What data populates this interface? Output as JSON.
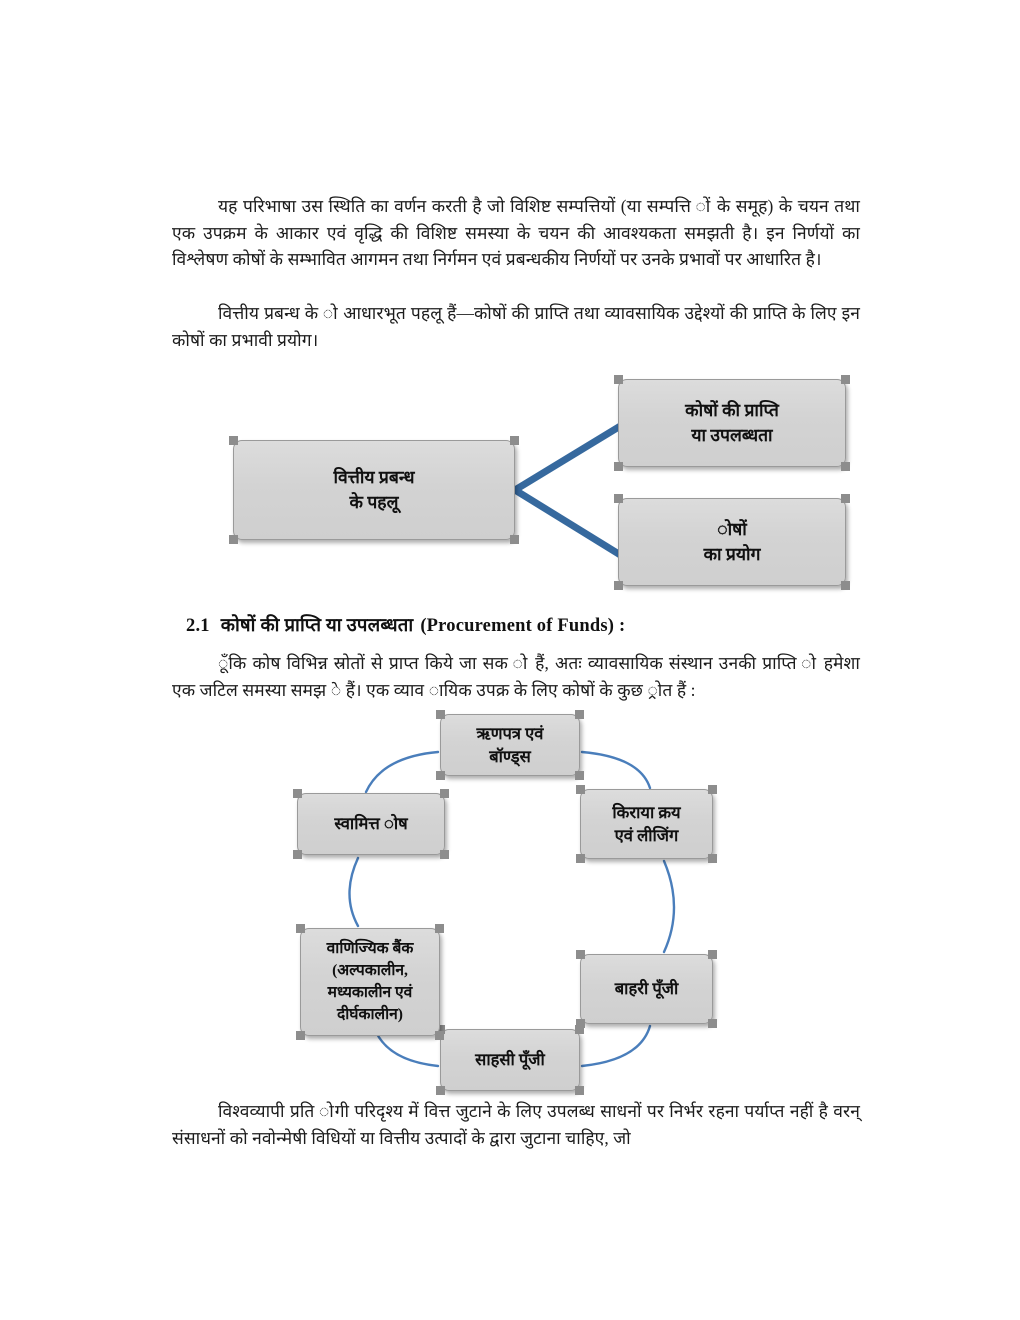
{
  "document": {
    "language": "hi",
    "paragraphs": {
      "p1": "यह परिभाषा उस स्थिति का वर्णन करती है जो विशिष्ट सम्पत्तियों (या सम्पत्ति ों के समूह) के चयन तथा एक उपक्रम के आकार एवं वृद्धि की विशिष्ट समस्या के चयन की आवश्यकता समझती है। इन निर्णयों का विश्लेषण कोषों के सम्भावित आगमन तथा निर्गमन एवं प्रबन्धकीय निर्णयों पर उनके प्रभावों पर आधारित है।",
      "p2": "वित्तीय प्रबन्ध के  ो आधारभूत पहलू हैं—कोषों की प्राप्ति तथा व्यावसायिक उद्देश्यों की प्राप्ति के लिए इन कोषों का प्रभावी प्रयोग।",
      "p3": "ूँकि कोष विभिन्न स्रोतों से प्राप्त किये जा सक ो हैं, अतः व्यावसायिक संस्थान उनकी प्राप्ति ो हमेशा एक जटिल समस्या समझ े हैं। एक व्याव ायिक उपक्र  के लिए कोषों के कुछ ्रोत हैं :",
      "p4": "विश्वव्यापी प्रति ोगी परिदृश्य में वित्त जुटाने के लिए उपलब्ध साधनों पर निर्भर रहना पर्याप्त नहीं है वरन् संसाधनों को नवोन्मेषी विधियों या वित्तीय उत्पादों के द्वारा जुटाना चाहिए, जो"
    },
    "heading": {
      "number": "2.1",
      "title_hi": "कोषों की प्राप्ति या उपलब्धता",
      "title_en": "(Procurement of Funds) :"
    }
  },
  "flow_diagram": {
    "connector_color": "#36699E",
    "box_fill": "#d4d4d4",
    "box_border": "#9a9a9a",
    "nodes": {
      "root": {
        "line1": "वित्तीय प्रबन्ध",
        "line2": "के  पहलू"
      },
      "branch1": {
        "line1": "कोषों की प्राप्ति",
        "line2": "या उपलब्धता"
      },
      "branch2": {
        "line1": "ोषों",
        "line2": "का प्रयोग"
      }
    }
  },
  "cycle_diagram": {
    "connector_color": "#4a7ebb",
    "box_fill": "#d4d4d4",
    "box_border": "#9a9a9a",
    "nodes": {
      "debentures": {
        "line1": "ऋणपत्र एवं",
        "line2": "बॉण्ड्स"
      },
      "hire": {
        "line1": "किराया क्रय",
        "line2": "एवं लीजिंग"
      },
      "external": {
        "line1": "बाहरी पूँजी",
        "line2": ""
      },
      "venture": {
        "line1": "साहसी पूँजी",
        "line2": ""
      },
      "commercial": {
        "line1": "वाणिज्यिक बैंक",
        "line2": "(अल्पकालीन,",
        "line3": "मध्यकालीन एवं",
        "line4": "दीर्घकालीन)"
      },
      "ownership": {
        "line1": "स्वामित्त   ोष",
        "line2": ""
      }
    }
  }
}
